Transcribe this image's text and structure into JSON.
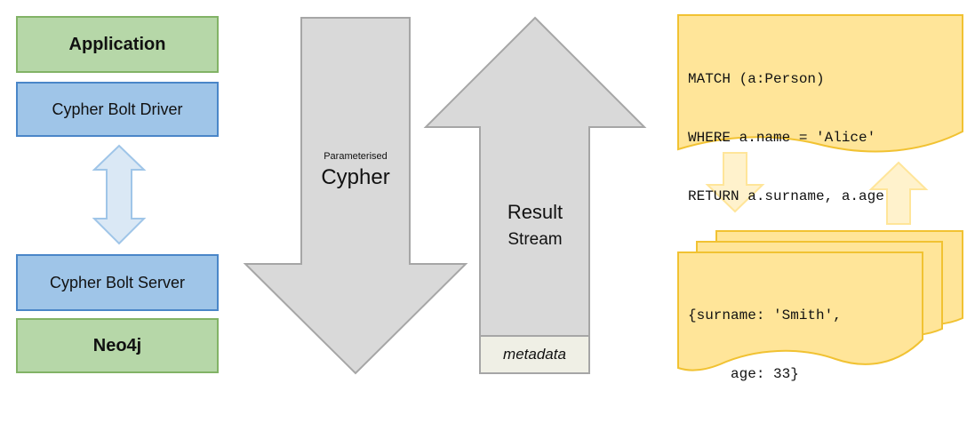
{
  "stack": {
    "application": "Application",
    "driver": "Cypher Bolt Driver",
    "server": "Cypher Bolt Server",
    "database": "Neo4j"
  },
  "down_arrow": {
    "small_label": "Parameterised",
    "label": "Cypher"
  },
  "up_arrow": {
    "label": "Result",
    "sub_label": "Stream",
    "footer": "metadata"
  },
  "query_doc": {
    "lines": [
      "MATCH (a:Person)",
      "WHERE a.name = 'Alice'",
      "RETURN a.surname, a.age"
    ]
  },
  "result_doc": {
    "lines": [
      "{surname: 'Smith',",
      "     age: 33}"
    ]
  },
  "colors": {
    "green_fill": "#b6d7a8",
    "green_border": "#82b366",
    "blue_fill": "#9fc5e8",
    "blue_border": "#4a86c8",
    "doc_fill": "#ffe599",
    "doc_border": "#f1c232",
    "arrow_gray": "#d9d9d9"
  }
}
